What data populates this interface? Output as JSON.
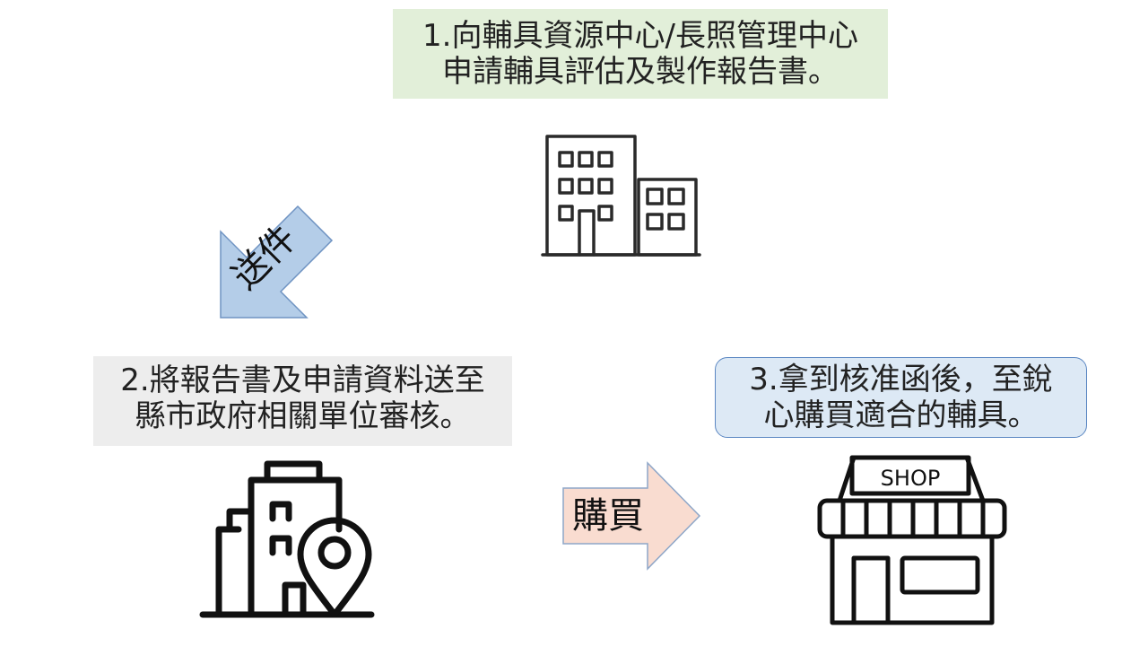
{
  "steps": [
    {
      "number": "1.",
      "lines": [
        "向輔具資源中心/長照管理中心",
        "申請輔具評估及製作報告書。"
      ]
    },
    {
      "number": "2.",
      "lines": [
        "將報告書及申請資料送至",
        "縣市政府相關單位審核。"
      ]
    },
    {
      "number": "3.",
      "lines": [
        "拿到核准函後，至銳",
        "心購買適合的輔具。"
      ]
    }
  ],
  "arrows": {
    "send_label": "送件",
    "buy_label": "購買"
  },
  "icons": {
    "office": "office-building-icon",
    "city": "city-location-pin-icon",
    "shop": "shop-storefront-icon"
  },
  "shop_sign": "SHOP",
  "colors": {
    "step1_bg": "#e2efd9",
    "step2_bg": "#ededed",
    "step3_bg": "#dde9f5",
    "send_arrow": "#b4cde8",
    "buy_arrow": "#f9dcd0"
  }
}
